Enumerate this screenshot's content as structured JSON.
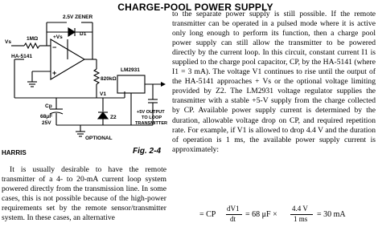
{
  "title": "CHARGE-POOL POWER SUPPLY",
  "figure": {
    "brand": "HARRIS",
    "caption": "Fig. 2-4",
    "labels": {
      "zener": "2.5V ZENER",
      "d1": "D1",
      "vs": "Vs",
      "r1": "1MΩ",
      "plus_vs": "+Vs",
      "ic": "HA-5141",
      "v1": "V1",
      "r2": "820kΩ",
      "cp": "Cp",
      "cp_val1": "68μF",
      "cp_val2": "25V",
      "optional": "OPTIONAL",
      "z2": "Z2",
      "reg": "LM2931",
      "out1": "+5V OUTPUT",
      "out2": "TO LOOP",
      "out3": "TRANSMITTER"
    }
  },
  "left_column": "It is usually desirable to have the remote transmitter of a 4- to 20-mA current loop system powered directly from the transmission line. In some cases, this is not possible because of the high-power requirements set by the remote sensor/transmitter system. In these cases, an alternative",
  "right_column": "to the separate power supply is still possible. If the remote transmitter can be operated in a pulsed mode where it is active only long enough to perform its function, then a charge pool power supply can still allow the transmitter to be powered directly by the current loop. In this circuit, constant current I1 is supplied to the charge pool capacitor, CP, by the HA-5141 (where I1 = 3 mA). The voltage V1 continues to rise until the output of the HA-5141 approaches + Vs or the optional voltage limiting provided by Z2. The LM2931 voltage regulator supplies the transmitter with a stable +5-V supply from the charge collected by CP. Available power supply current is determined by the duration, allowable voltage drop on CP, and required repetition rate. For example, if V1 is allowed to drop 4.4 V and the duration of operation is 1 ms, the available power supply current is approximately:",
  "equation": {
    "lhs": "= CP",
    "num1": "dV1",
    "den1": "dt",
    "mid": "= 68 μF ×",
    "num2": "4.4 V",
    "den2": "1 ms",
    "rhs": "= 30 mA"
  }
}
